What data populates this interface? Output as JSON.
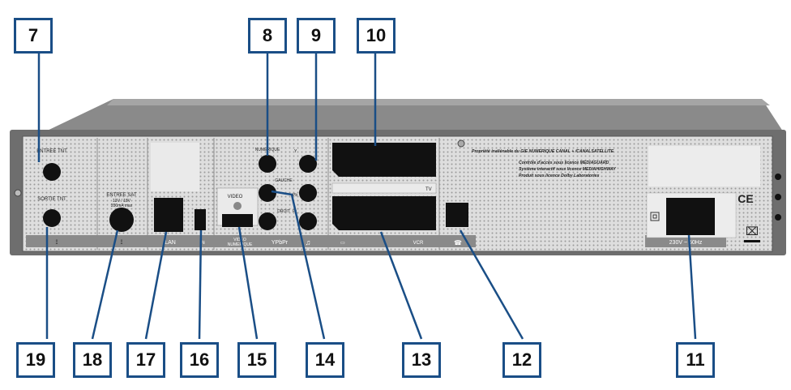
{
  "callouts": {
    "c7": "7",
    "c8": "8",
    "c9": "9",
    "c10": "10",
    "c19": "19",
    "c18": "18",
    "c17": "17",
    "c16": "16",
    "c15": "15",
    "c14": "14",
    "c13": "13",
    "c12": "12",
    "c11": "11"
  },
  "panel": {
    "entree_tnt": "ENTREE TNT",
    "sortie_tnt": "SORTIE TNT",
    "entree_sat": "ENTREE SAT",
    "sat_spec_1": "13V / 18V",
    "sat_spec_2": "350mA max",
    "lan": "LAN",
    "video": "VIDEO",
    "video_num_1": "VIDEO",
    "video_num_2": "NUMERIQUE",
    "ypbpr": "YPbPr",
    "audio_num": "NUMERIQUE",
    "gauche": "GAUCHE",
    "droit": "DROIT",
    "y": "Y",
    "pb": "Pb",
    "pr": "Pr",
    "tv": "TV",
    "vcr": "VCR",
    "power": "230V ~ 50Hz",
    "ce": "CE",
    "info_1": "Propriété inaliénable du GIE NUMERIQUE CANAL + /CANALSATELLITE",
    "info_2": "Contrôle d'accès sous licence MEDIAGUARD",
    "info_3": "Système interactif sous licence MEDIAHIGHWAY",
    "info_4": "Produit sous licence Dolby Laboratories"
  },
  "colors": {
    "callout_border": "#1a4e86",
    "leader_line": "#1a4e86",
    "panel": "#d9d9d9",
    "body": "#8f8f8f"
  }
}
